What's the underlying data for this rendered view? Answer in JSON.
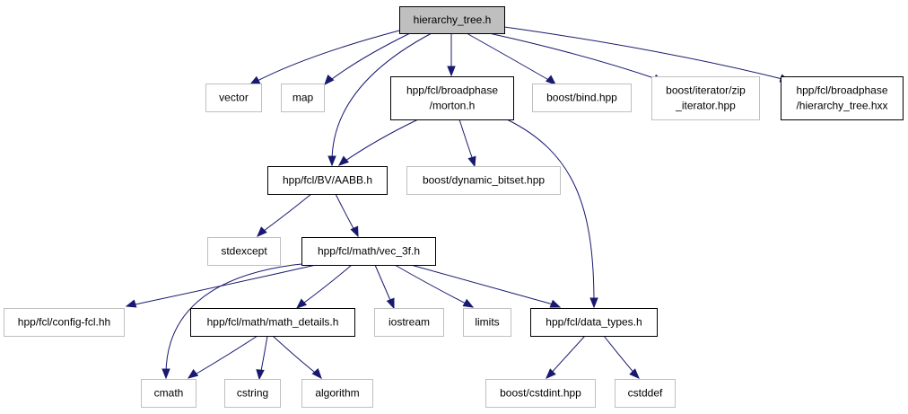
{
  "colors": {
    "root_fill": "#bfbfbf",
    "root_border": "#000000",
    "documented_border": "#000000",
    "external_border": "#bfbfbf",
    "edge": "#191970",
    "background": "#ffffff"
  },
  "nodes": [
    {
      "id": "root",
      "kind": "root",
      "lines": [
        "hierarchy_tree.h"
      ]
    },
    {
      "id": "vector",
      "kind": "external",
      "lines": [
        "vector"
      ]
    },
    {
      "id": "map",
      "kind": "external",
      "lines": [
        "map"
      ]
    },
    {
      "id": "morton",
      "kind": "documented",
      "lines": [
        "hpp/fcl/broadphase",
        "/morton.h"
      ]
    },
    {
      "id": "bind",
      "kind": "external",
      "lines": [
        "boost/bind.hpp"
      ]
    },
    {
      "id": "zip",
      "kind": "external",
      "lines": [
        "boost/iterator/zip",
        "_iterator.hpp"
      ]
    },
    {
      "id": "hxx",
      "kind": "documented",
      "lines": [
        "hpp/fcl/broadphase",
        "/hierarchy_tree.hxx"
      ]
    },
    {
      "id": "aabb",
      "kind": "documented",
      "lines": [
        "hpp/fcl/BV/AABB.h"
      ]
    },
    {
      "id": "dynbitset",
      "kind": "external",
      "lines": [
        "boost/dynamic_bitset.hpp"
      ]
    },
    {
      "id": "stdexcept",
      "kind": "external",
      "lines": [
        "stdexcept"
      ]
    },
    {
      "id": "vec3f",
      "kind": "documented",
      "lines": [
        "hpp/fcl/math/vec_3f.h"
      ]
    },
    {
      "id": "configfcl",
      "kind": "external",
      "lines": [
        "hpp/fcl/config-fcl.hh"
      ]
    },
    {
      "id": "mathdetails",
      "kind": "documented",
      "lines": [
        "hpp/fcl/math/math_details.h"
      ]
    },
    {
      "id": "iostream",
      "kind": "external",
      "lines": [
        "iostream"
      ]
    },
    {
      "id": "limits",
      "kind": "external",
      "lines": [
        "limits"
      ]
    },
    {
      "id": "datatypes",
      "kind": "documented",
      "lines": [
        "hpp/fcl/data_types.h"
      ]
    },
    {
      "id": "cmath",
      "kind": "external",
      "lines": [
        "cmath"
      ]
    },
    {
      "id": "cstring",
      "kind": "external",
      "lines": [
        "cstring"
      ]
    },
    {
      "id": "algorithm",
      "kind": "external",
      "lines": [
        "algorithm"
      ]
    },
    {
      "id": "cstdint",
      "kind": "external",
      "lines": [
        "boost/cstdint.hpp"
      ]
    },
    {
      "id": "cstddef",
      "kind": "external",
      "lines": [
        "cstddef"
      ]
    }
  ],
  "edges": [
    {
      "from": "root",
      "to": "vector"
    },
    {
      "from": "root",
      "to": "map"
    },
    {
      "from": "root",
      "to": "aabb"
    },
    {
      "from": "root",
      "to": "morton"
    },
    {
      "from": "root",
      "to": "bind"
    },
    {
      "from": "root",
      "to": "zip"
    },
    {
      "from": "root",
      "to": "hxx"
    },
    {
      "from": "morton",
      "to": "aabb"
    },
    {
      "from": "morton",
      "to": "dynbitset"
    },
    {
      "from": "morton",
      "to": "datatypes"
    },
    {
      "from": "aabb",
      "to": "stdexcept"
    },
    {
      "from": "aabb",
      "to": "vec3f"
    },
    {
      "from": "vec3f",
      "to": "configfcl"
    },
    {
      "from": "vec3f",
      "to": "cmath"
    },
    {
      "from": "vec3f",
      "to": "mathdetails"
    },
    {
      "from": "vec3f",
      "to": "iostream"
    },
    {
      "from": "vec3f",
      "to": "limits"
    },
    {
      "from": "vec3f",
      "to": "datatypes"
    },
    {
      "from": "mathdetails",
      "to": "cmath"
    },
    {
      "from": "mathdetails",
      "to": "cstring"
    },
    {
      "from": "mathdetails",
      "to": "algorithm"
    },
    {
      "from": "datatypes",
      "to": "cstdint"
    },
    {
      "from": "datatypes",
      "to": "cstddef"
    }
  ]
}
